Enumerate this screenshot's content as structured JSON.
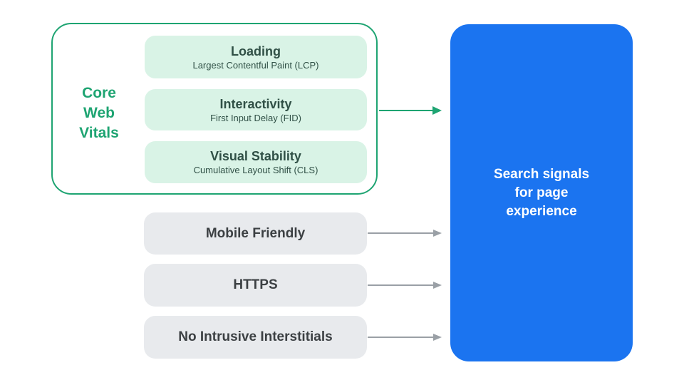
{
  "colors": {
    "green": "#1ea472",
    "mint": "#d9f3e6",
    "dark_text": "#305046",
    "gray_fill": "#e8eaed",
    "gray_text": "#3c4043",
    "arrow_gray": "#9aa0a6",
    "blue": "#1b74f0"
  },
  "cwv": {
    "title_lines": [
      "Core",
      "Web",
      "Vitals"
    ],
    "metrics": [
      {
        "title": "Loading",
        "subtitle": "Largest Contentful Paint (LCP)"
      },
      {
        "title": "Interactivity",
        "subtitle": "First Input Delay (FID)"
      },
      {
        "title": "Visual Stability",
        "subtitle": "Cumulative Layout Shift (CLS)"
      }
    ]
  },
  "signals": [
    {
      "label": "Mobile Friendly"
    },
    {
      "label": "HTTPS"
    },
    {
      "label": "No Intrusive Interstitials"
    }
  ],
  "result_box": {
    "lines": [
      "Search signals",
      "for page",
      "experience"
    ]
  }
}
